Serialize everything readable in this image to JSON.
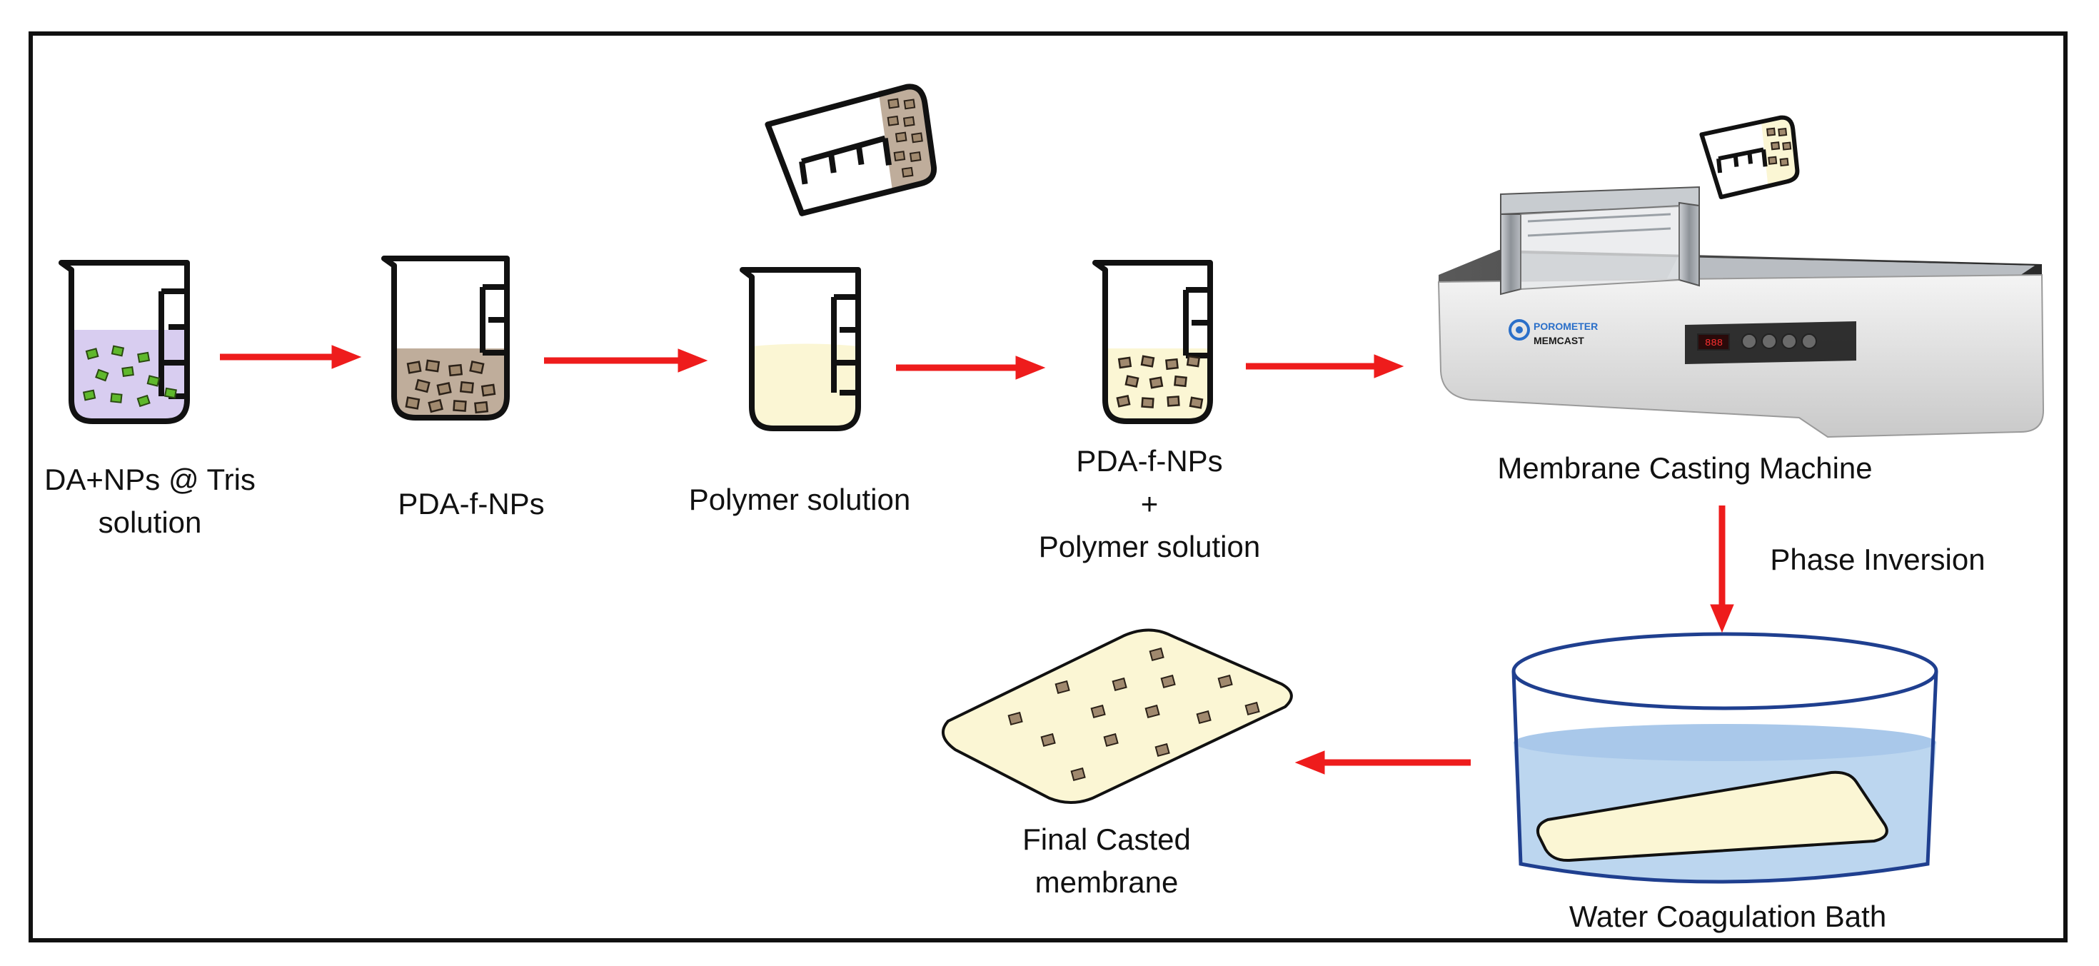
{
  "steps": {
    "step1": {
      "line1": "DA+NPs @ Tris",
      "line2": "solution"
    },
    "step2": {
      "label": "PDA-f-NPs"
    },
    "step3": {
      "label": "Polymer solution"
    },
    "step4": {
      "line1": "PDA-f-NPs",
      "line2": "+",
      "line3": "Polymer solution"
    },
    "step5": {
      "label": "Membrane Casting Machine"
    },
    "step6": {
      "label": "Water Coagulation Bath"
    },
    "step7": {
      "line1": "Final Casted",
      "line2": "membrane"
    }
  },
  "transition": {
    "label": "Phase Inversion"
  },
  "machine": {
    "brand": "POROMETER",
    "model": "MEMCAST"
  },
  "colors": {
    "arrow": "#ee1c1c",
    "outline": "#111111",
    "lavender": "#d8cdf0",
    "green_particle": "#5fb82c",
    "brown_fill": "#bfad9b",
    "brown_particle": "#a0896e",
    "cream": "#fbf6d4",
    "water": "#bcd6ef",
    "bath_rim": "#1f3f8f"
  }
}
